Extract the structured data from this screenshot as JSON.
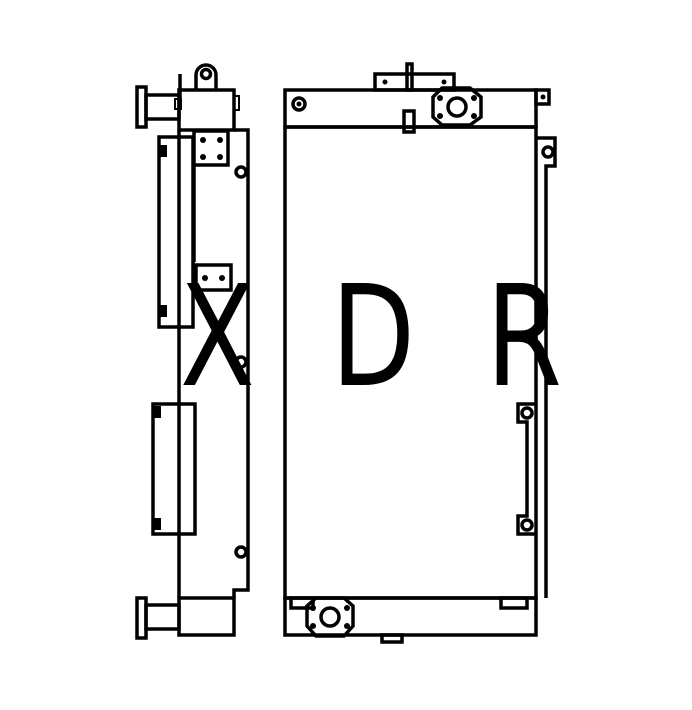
{
  "drawing": {
    "subject": "radiator / heat exchanger technical line drawing",
    "views": [
      "side-view",
      "front-view"
    ],
    "stroke_color": "#000000",
    "background_color": "#ffffff"
  },
  "watermark": {
    "letters": [
      "X",
      "D",
      "R"
    ],
    "color": "#000000"
  }
}
